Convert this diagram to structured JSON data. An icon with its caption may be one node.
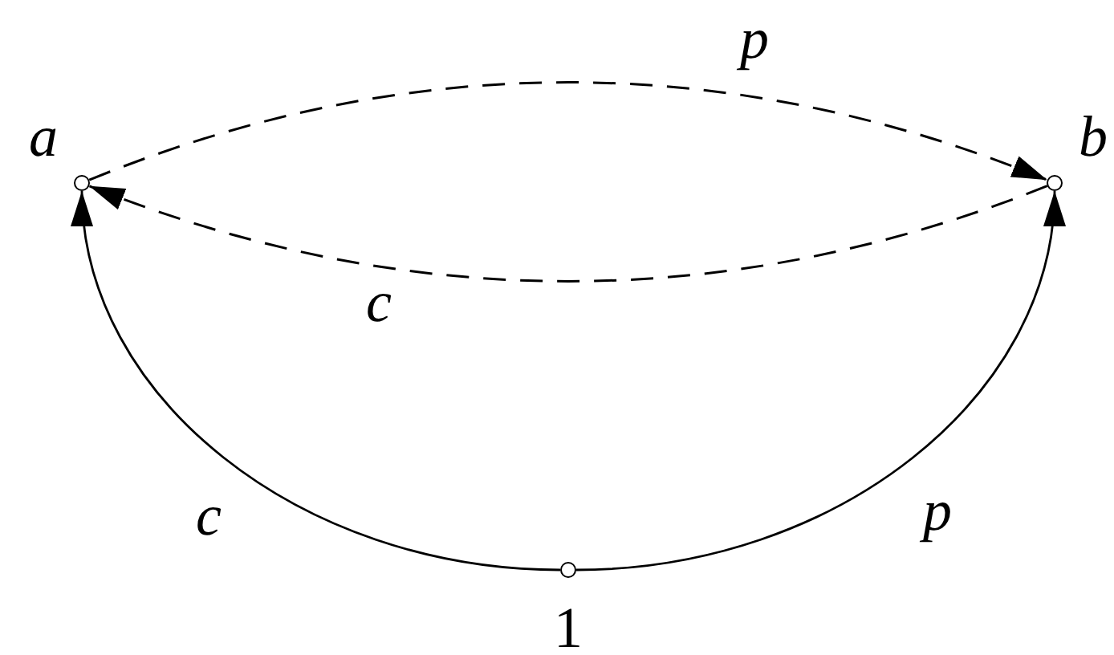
{
  "diagram": {
    "nodes": [
      {
        "text": [],
        "shape": "circle",
        "beside": [
          "a"
        ]
      },
      {
        "text": [],
        "shape": "circle",
        "beside": [
          "b"
        ]
      },
      {
        "text": [],
        "shape": "circle",
        "beside": [
          "1"
        ]
      }
    ],
    "edges": [
      {
        "from": 0,
        "to": 1,
        "arrow": "to",
        "label": "p",
        "style": "dashed"
      },
      {
        "from": 1,
        "to": 0,
        "arrow": "to",
        "label": "c",
        "style": "dashed"
      },
      {
        "from": 2,
        "to": 0,
        "arrow": "to",
        "label": "c"
      },
      {
        "from": 2,
        "to": 1,
        "arrow": "to",
        "label": "p"
      }
    ]
  }
}
